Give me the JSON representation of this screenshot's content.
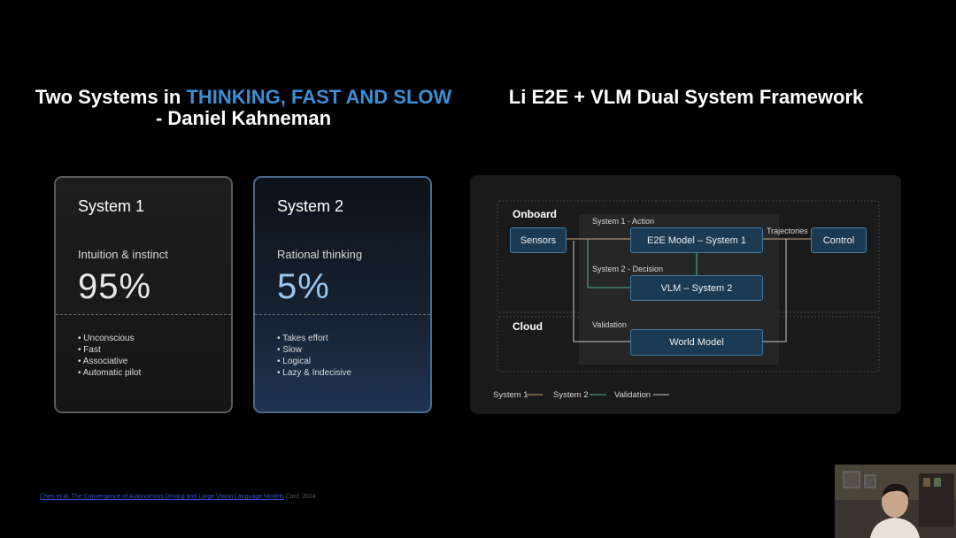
{
  "left_title": {
    "prefix": "Two Systems in ",
    "highlight": "THINKING, FAST AND SLOW",
    "line2": "- Daniel Kahneman"
  },
  "right_title": "Li E2E + VLM Dual System Framework",
  "systems": [
    {
      "name": "System 1",
      "desc": "Intuition & instinct",
      "percent": "95%",
      "traits": [
        "Unconscious",
        "Fast",
        "Associative",
        "Automatic pilot"
      ]
    },
    {
      "name": "System 2",
      "desc": "Rational thinking",
      "percent": "5%",
      "traits": [
        "Takes effort",
        "Slow",
        "Logical",
        "Lazy & Indecisive"
      ]
    }
  ],
  "framework": {
    "zones": {
      "onboard": "Onboard",
      "cloud": "Cloud"
    },
    "boxes": {
      "sensors": "Sensors",
      "e2e": "E2E Model – System 1",
      "vlm": "VLM – System 2",
      "world": "World Model",
      "control": "Control"
    },
    "edge_labels": {
      "s1_action": "System 1 - Action",
      "s2_decision": "System 2 - Decision",
      "validation": "Validation",
      "trajectories": "Trajectories"
    },
    "legend": [
      {
        "label": "System 1",
        "color": "#c8a878"
      },
      {
        "label": "System 2",
        "color": "#4fb3a0"
      },
      {
        "label": "Validation",
        "color": "#c8c8c8"
      }
    ]
  },
  "footnote": {
    "link": "Chen et al. The Convergence of Autonomous Driving and Large Vision Language Models",
    "tail": "Conf. 2024"
  },
  "colors": {
    "accent_blue": "#3b8ed6",
    "system1_line": "#c8a878",
    "system2_line": "#4fb3a0",
    "validation_line": "#c8c8c8",
    "box_fill": "#1c3a52"
  }
}
